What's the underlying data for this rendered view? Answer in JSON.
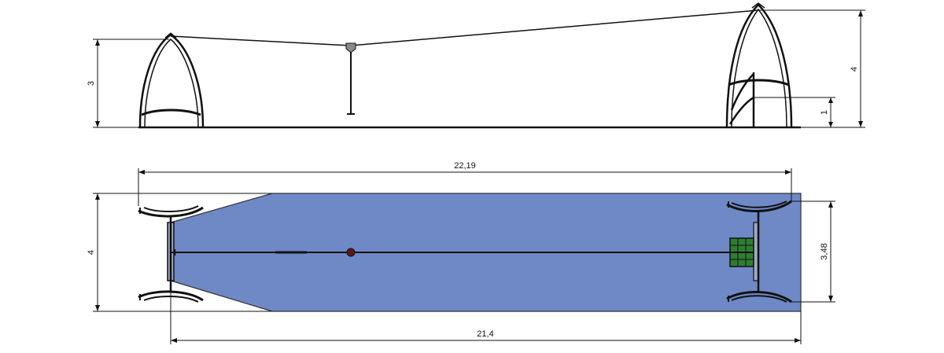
{
  "drawing": {
    "colors": {
      "line": "#111111",
      "field_fill": "#6f89c6",
      "field_stroke": "#333333",
      "bench_fill": "#2f7d32",
      "pole_fill": "#8a8a8a"
    },
    "elevation": {
      "dim_left_height": "3",
      "dim_right_height": "4",
      "dim_right_small": "1"
    },
    "plan": {
      "dim_top_length": "22,19",
      "dim_bottom_length": "21,4",
      "dim_left_width": "4",
      "dim_right_width": "3,48"
    }
  }
}
